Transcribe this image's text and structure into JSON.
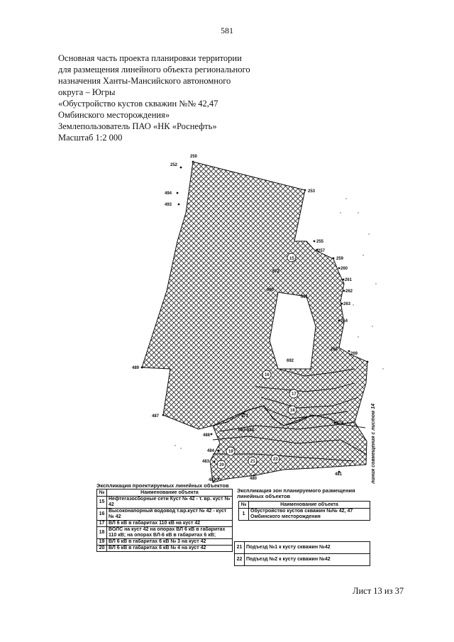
{
  "page_number": "581",
  "header_lines": [
    "Основная часть проекта планировки территории",
    "для размещения линейного объекта регионального",
    "назначения Ханты-Мансийского автономного",
    "округа – Югры",
    "«Обустройство кустов скважин №№ 42,47",
    "Омбинского месторождения»",
    "Землепользователь ПАО «НК «Роснефть»",
    "Масштаб 1:2 000"
  ],
  "map_labels": [
    "250",
    "252",
    "253",
    "255",
    "257",
    "259",
    "260",
    "261",
    "262",
    "263",
    "264",
    "268",
    "269",
    "494",
    "493",
    "489",
    "487",
    "488",
    "484",
    "483",
    "482",
    "480",
    "481",
    "571",
    "574",
    "672",
    "680",
    "681",
    "683-684",
    "692",
    "15",
    "16",
    "17",
    "18",
    "19",
    "20",
    "21",
    "22"
  ],
  "side_caption": "линия совмещения с листом 14",
  "legend_left": {
    "title": "Экспликация проектируемых линейных объектов",
    "headers": [
      "№",
      "Наименование объекта"
    ],
    "rows": [
      {
        "n": "15",
        "name": "Нефтегазосборные сети Куст № 42 - т. вр. куст № 42"
      },
      {
        "n": "16",
        "name": "Высоконапорный водовод т.вр.куст № 42 - куст № 42"
      },
      {
        "n": "17",
        "name": "ВЛ 6 кВ в габаритах 110 кВ на куст 42"
      },
      {
        "n": "18",
        "name": "ВОЛС на куст 42 на опорах ВЛ 6 кВ в габаритах 110 кВ; на опорах ВЛ-6 кВ в габаритах 6 кВ;"
      },
      {
        "n": "19",
        "name": "ВЛ 6 кВ в габаритах 6 кВ № 3 на куст 42"
      },
      {
        "n": "20",
        "name": "ВЛ 6 кВ в габаритах 6 кВ № 4 на куст 42"
      }
    ]
  },
  "legend_right": {
    "title": "Экспликация зон планируемого размещения линейных объектов",
    "headers": [
      "№",
      "Наименование объекта"
    ],
    "rows": [
      {
        "n": "1",
        "name": "Обустройство кустов скважин №№ 42, 47 Омбинского месторождения"
      }
    ]
  },
  "legend_extra": {
    "rows": [
      {
        "n": "21",
        "name": "Подъезд №1 к кусту скважин №42"
      },
      {
        "n": "22",
        "name": "Подъезд №2 к кусту скважин №42"
      }
    ]
  },
  "footer": "Лист 13 из 37",
  "colors": {
    "ink": "#111111",
    "hatch": "#222222",
    "paper": "#ffffff"
  }
}
